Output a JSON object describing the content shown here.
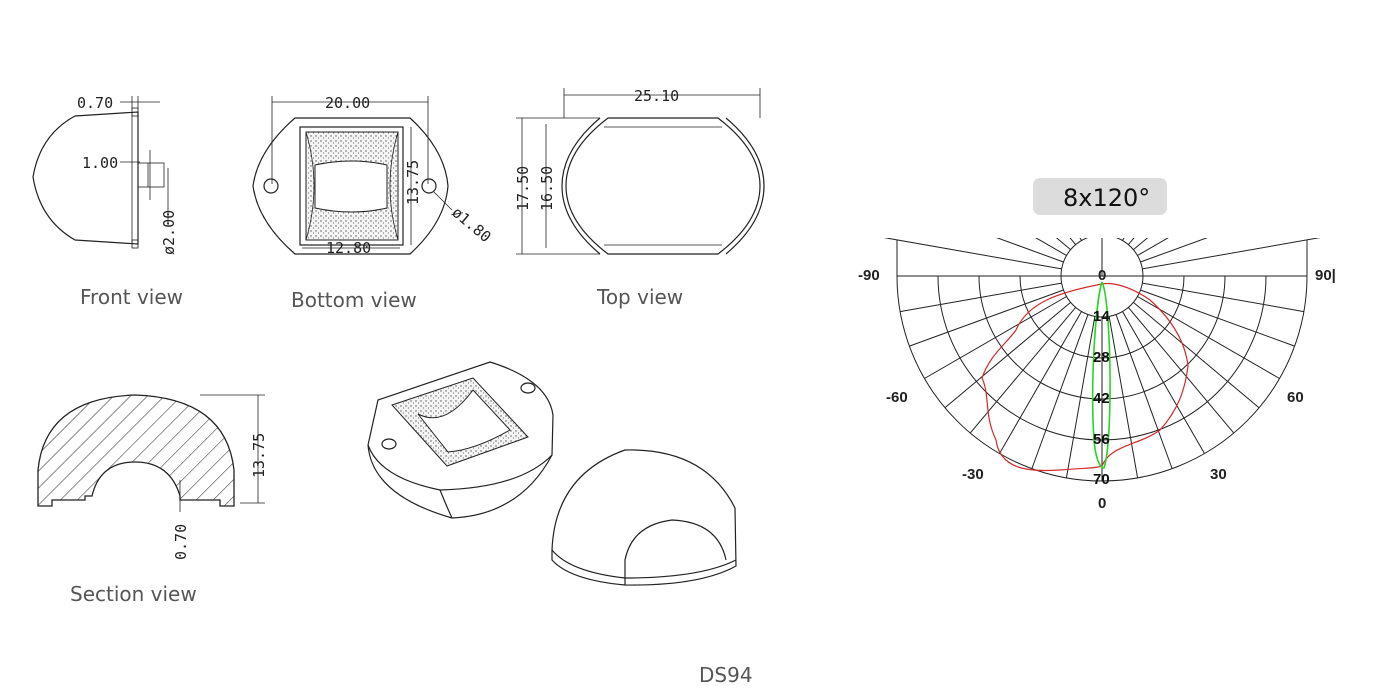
{
  "views": {
    "front": {
      "label": "Front view",
      "dims": [
        "0.70",
        "1.00",
        "ø2.00"
      ]
    },
    "bottom": {
      "label": "Bottom view",
      "dims": [
        "20.00",
        "13.75",
        "12.80",
        "ø1.80"
      ]
    },
    "top": {
      "label": "Top view",
      "dims": [
        "25.10",
        "17.50",
        "16.50"
      ]
    },
    "section": {
      "label": "Section view",
      "dims": [
        "13.75",
        "0.70"
      ]
    }
  },
  "polar": {
    "beam_label": "8x120°",
    "angle_labels": {
      "left90": "-90",
      "right90": "90|",
      "left60": "-60",
      "right60": "60",
      "left30": "-30",
      "right30": "30",
      "top0": "0",
      "bottom0": "0"
    },
    "ring_labels": [
      "14",
      "28",
      "42",
      "56",
      "70"
    ],
    "colors": {
      "series_wide": "#d42a2a",
      "series_narrow": "#28d428",
      "grid": "#222222"
    }
  },
  "model": "DS94"
}
